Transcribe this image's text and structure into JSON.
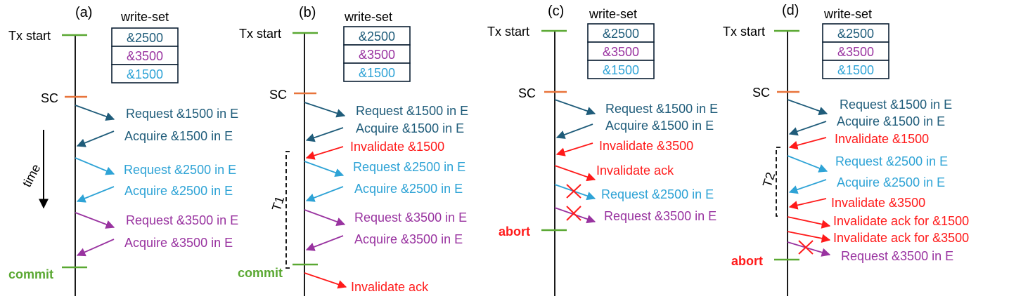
{
  "colors": {
    "dark": "#1f5c7a",
    "purple": "#9933a0",
    "cyan": "#2ea3d6",
    "red": "#ff1a1a",
    "green": "#5aa832",
    "orange": "#e8743b",
    "black": "#000000"
  },
  "write_set_title": "write-set",
  "write_set_items": [
    {
      "label": "&2500",
      "color": "dark"
    },
    {
      "label": "&3500",
      "color": "purple"
    },
    {
      "label": "&1500",
      "color": "cyan"
    }
  ],
  "panels": [
    {
      "label": "(a)",
      "tx_start": "Tx start",
      "sc": "SC",
      "end_label": "commit",
      "end_color": "green",
      "time_label": "time",
      "messages": [
        {
          "text": "Request &1500 in E",
          "color": "dark"
        },
        {
          "text": "Acquire &1500 in E",
          "color": "dark"
        },
        {
          "text": "Request &2500 in E",
          "color": "cyan"
        },
        {
          "text": "Acquire &2500 in E",
          "color": "cyan"
        },
        {
          "text": "Request &3500 in E",
          "color": "purple"
        },
        {
          "text": "Acquire &3500 in E",
          "color": "purple"
        }
      ]
    },
    {
      "label": "(b)",
      "tx_start": "Tx start",
      "sc": "SC",
      "end_label": "commit",
      "end_color": "green",
      "interval_label": "T1",
      "messages": [
        {
          "text": "Request &1500 in E",
          "color": "dark"
        },
        {
          "text": "Acquire &1500 in E",
          "color": "dark"
        },
        {
          "text": "Invalidate &1500",
          "color": "red"
        },
        {
          "text": "Request &2500 in E",
          "color": "cyan"
        },
        {
          "text": "Acquire &2500 in E",
          "color": "cyan"
        },
        {
          "text": "Request &3500 in E",
          "color": "purple"
        },
        {
          "text": "Acquire &3500 in E",
          "color": "purple"
        },
        {
          "text": "Invalidate ack",
          "color": "red"
        }
      ]
    },
    {
      "label": "(c)",
      "tx_start": "Tx start",
      "sc": "SC",
      "end_label": "abort",
      "end_color": "red",
      "messages": [
        {
          "text": "Request &1500 in E",
          "color": "dark"
        },
        {
          "text": "Acquire &1500 in E",
          "color": "dark"
        },
        {
          "text": "Invalidate &3500",
          "color": "red"
        },
        {
          "text": "Invalidate ack",
          "color": "red"
        },
        {
          "text": "Request &2500 in E",
          "color": "cyan"
        },
        {
          "text": "Request &3500 in E",
          "color": "purple"
        }
      ]
    },
    {
      "label": "(d)",
      "tx_start": "Tx start",
      "sc": "SC",
      "end_label": "abort",
      "end_color": "red",
      "interval_label": "T2",
      "messages": [
        {
          "text": "Request &1500 in E",
          "color": "dark"
        },
        {
          "text": "Acquire &1500 in E",
          "color": "dark"
        },
        {
          "text": "Invalidate &1500",
          "color": "red"
        },
        {
          "text": "Request &2500 in E",
          "color": "cyan"
        },
        {
          "text": "Acquire &2500 in E",
          "color": "cyan"
        },
        {
          "text": "Invalidate &3500",
          "color": "red"
        },
        {
          "text": "Invalidate ack for &1500",
          "color": "red"
        },
        {
          "text": "Invalidate ack for &3500",
          "color": "red"
        },
        {
          "text": "Request &3500 in E",
          "color": "purple"
        }
      ]
    }
  ]
}
